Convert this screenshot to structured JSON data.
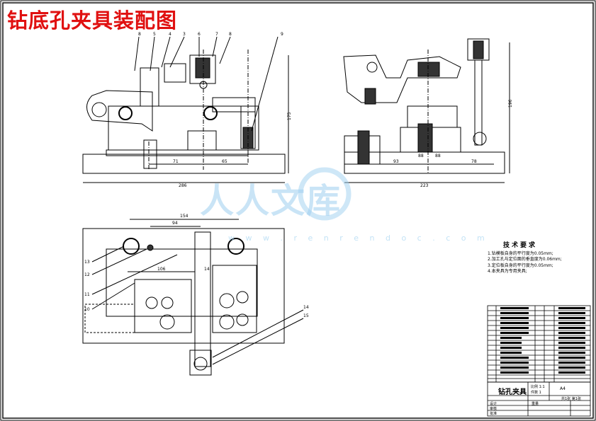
{
  "title": "钻底孔夹具装配图",
  "watermark": {
    "text": "人人文库",
    "url": "w w w . r e n r e n d o c . c o m"
  },
  "front_view": {
    "part_numbers": [
      "8",
      "5",
      "4",
      "3",
      "6",
      "7",
      "8",
      "9"
    ],
    "dims": {
      "total_width": "286",
      "left": "71",
      "mid": "65",
      "height": "175"
    }
  },
  "side_view": {
    "dims": {
      "total_width": "223",
      "a": "93",
      "b": "88",
      "c": "88",
      "d": "78",
      "height": "196"
    }
  },
  "top_view": {
    "part_numbers": [
      "13",
      "12",
      "11",
      "10",
      "14",
      "15"
    ],
    "dims": {
      "top": "154",
      "second": "94",
      "inner": "106",
      "label_14": "14"
    }
  },
  "tech_requirements": {
    "title": "技术要求",
    "items": [
      "1.钻模板自身的平行度为0.05mm;",
      "2.加工孔与定位面的垂直度为0.06mm;",
      "3.定位板自身的平行度为0.05mm;",
      "4.本夹具为专用夹具;"
    ]
  },
  "title_block": {
    "name": "钻孔夹具",
    "size": "A4",
    "scale_label": "比例 1:1",
    "qty_label": "件数 1",
    "rows_left": [
      "设计",
      "审核",
      "批准"
    ],
    "row_right": "共1张 第1张",
    "mid_label": "重量"
  },
  "colors": {
    "line": "#000000",
    "title": "#e01010",
    "watermark": "#7cc1ec"
  }
}
